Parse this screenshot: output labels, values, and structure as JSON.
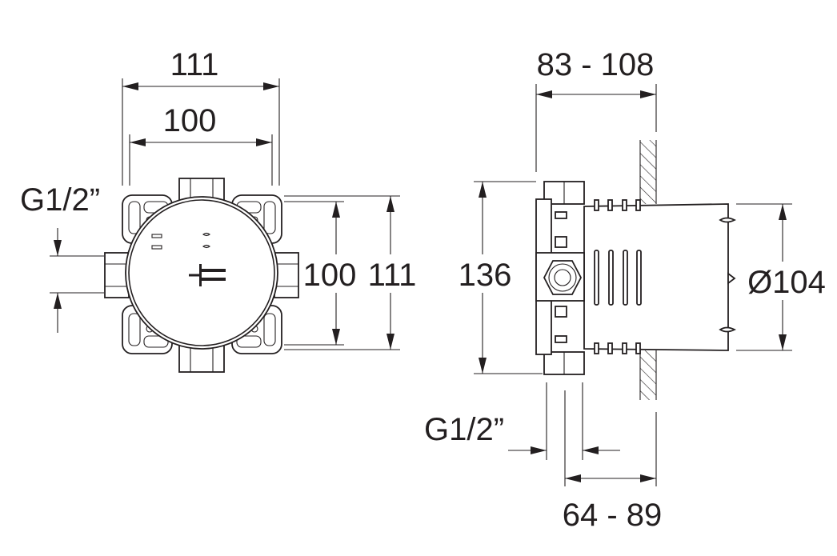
{
  "front_view": {
    "dimensions": {
      "overall_width": "111",
      "inner_width": "100",
      "inner_height": "100",
      "overall_height": "111",
      "inlet_thread": "G1/2”"
    }
  },
  "side_view": {
    "dimensions": {
      "installation_depth": "83 - 108",
      "height": "136",
      "diameter": "Ø104",
      "outlet_thread": "G1/2”",
      "wall_depth": "64 - 89"
    }
  },
  "colors": {
    "line": "#231f20",
    "background": "#ffffff"
  }
}
